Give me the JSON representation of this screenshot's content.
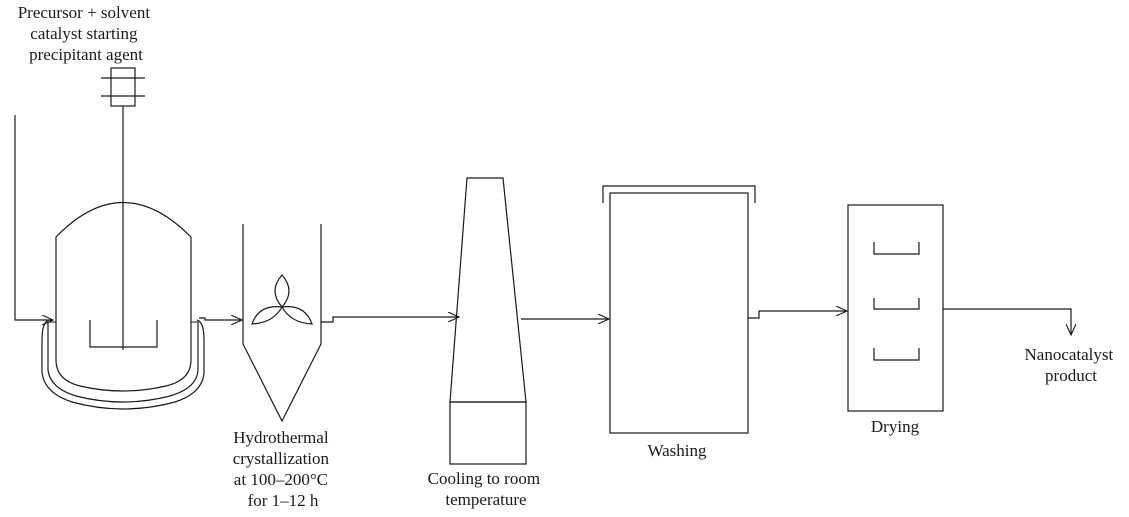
{
  "labels": {
    "reactor_input": [
      "Precursor + solvent",
      "catalyst starting",
      "precipitant agent"
    ],
    "hydrothermal": [
      "Hydrothermal",
      "crystallization",
      "at 100–200°C",
      "for 1–12 h"
    ],
    "cooling": [
      "Cooling to room",
      "temperature"
    ],
    "washing": "Washing",
    "drying": "Drying",
    "product": [
      "Nanocatalyst",
      "product"
    ]
  }
}
